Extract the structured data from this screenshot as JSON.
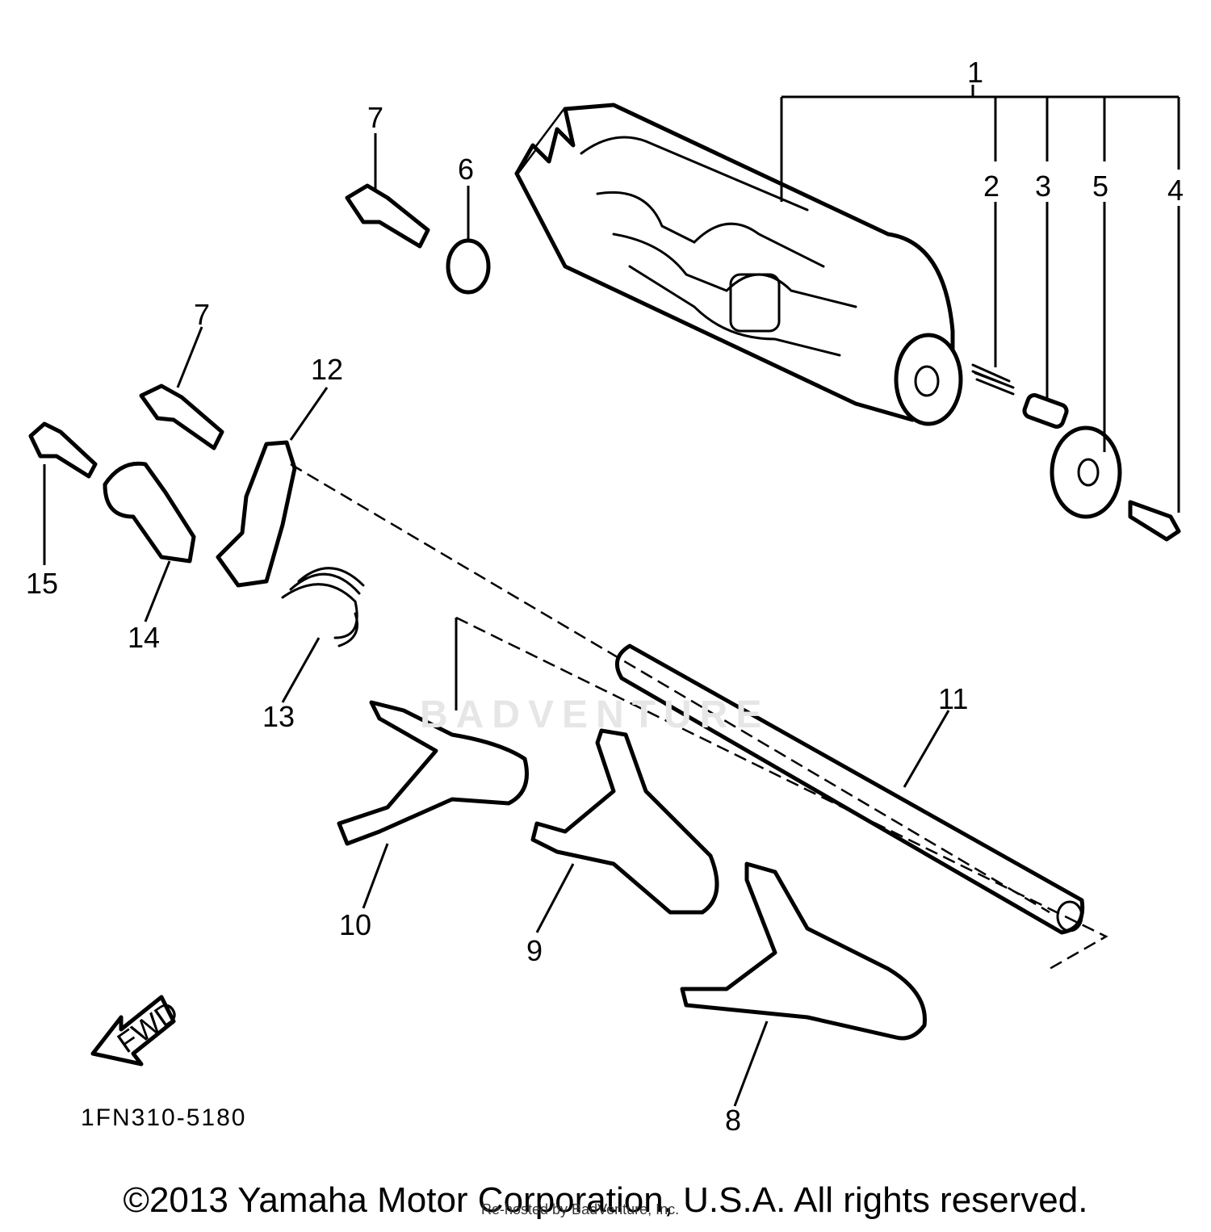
{
  "diagram": {
    "callouts": {
      "c1": "1",
      "c2": "2",
      "c3": "3",
      "c4": "4",
      "c5": "5",
      "c6": "6",
      "c7a": "7",
      "c7b": "7",
      "c8": "8",
      "c9": "9",
      "c10": "10",
      "c11": "11",
      "c12": "12",
      "c13": "13",
      "c14": "14",
      "c15": "15"
    },
    "fwd_label": "FWD",
    "drawing_code": "1FN310-5180",
    "watermark": "BADVENTURE"
  },
  "footer": {
    "copyright": "©2013 Yamaha Motor Corporation, U.S.A. All rights reserved.",
    "credit": "Re-hosted by BadVenture, Inc."
  }
}
